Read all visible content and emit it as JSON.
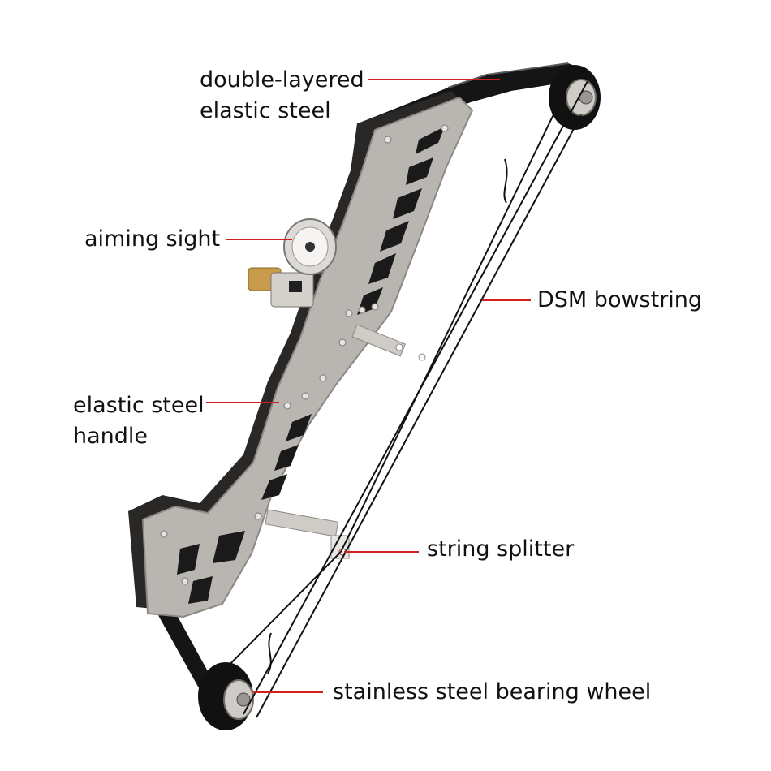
{
  "colors": {
    "background": "#ffffff",
    "leader_line": "#d21f1f",
    "handle_metal": "#b9b6b1",
    "handle_shadow": "#6e6b67",
    "limb": "#151515",
    "string": "#111111",
    "label_text": "#111111"
  },
  "labels": {
    "limb": {
      "line1": "double-layered",
      "line2": "elastic steel"
    },
    "sight": "aiming sight",
    "bowstring": "DSM bowstring",
    "handle": {
      "line1": "elastic steel",
      "line2": "handle"
    },
    "splitter": "string splitter",
    "wheel": "stainless steel bearing wheel"
  },
  "icons": {
    "bow": "compound-bow-icon",
    "sight": "aiming-sight-icon",
    "wheel": "bearing-wheel-icon"
  }
}
